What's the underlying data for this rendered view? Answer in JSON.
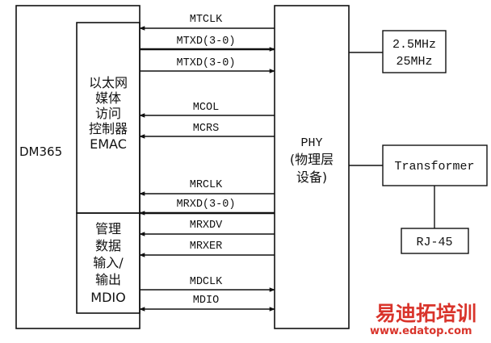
{
  "dm365": {
    "label": "DM365"
  },
  "emac": {
    "lines": [
      "以太网",
      "媒体",
      "访问",
      "控制器",
      "EMAC"
    ]
  },
  "mdio_block": {
    "lines": [
      "管理",
      "数据",
      "输入/",
      "输出",
      "MDIO"
    ]
  },
  "phy": {
    "lines": [
      "PHY",
      "(物理层",
      "设备)"
    ]
  },
  "clock_box": {
    "lines": [
      "2.5MHz",
      "25MHz"
    ]
  },
  "transformer": {
    "label": "Transformer"
  },
  "rj45": {
    "label": "RJ-45"
  },
  "signals": {
    "mtclk": "MTCLK",
    "mtxd_1": "MTXD(3-0)",
    "mtxd_2": "MTXD(3-0)",
    "mcol": "MCOL",
    "mcrs": "MCRS",
    "mrclk": "MRCLK",
    "mrxd": "MRXD(3-0)",
    "mrxdv": "MRXDV",
    "mrxer": "MRXER",
    "mdclk": "MDCLK",
    "mdio": "MDIO"
  },
  "watermark": {
    "brand": "易迪拓培训",
    "url": "www.edatop.com"
  },
  "colors": {
    "line": "#111111",
    "watermark": "#d9342b"
  }
}
